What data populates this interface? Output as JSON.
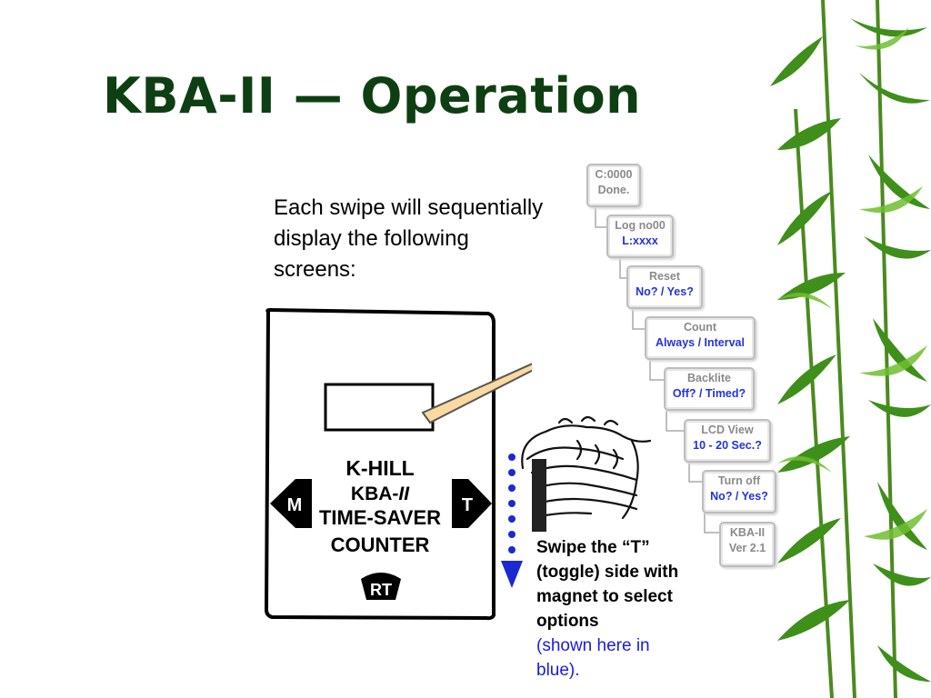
{
  "slide": {
    "title": "KBA-II — Operation",
    "intro": "Each swipe will sequentially display the following screens:",
    "swipe_text": "Swipe the “T” (toggle) side with magnet to select options",
    "swipe_note": "(shown here in blue)."
  },
  "device": {
    "brand": "K-HILL",
    "model": "KBA-",
    "model_suffix": "II",
    "line3": "TIME-SAVER",
    "line4": "COUNTER",
    "left_button": "M",
    "right_button": "T",
    "bottom_button": "RT"
  },
  "screens": [
    {
      "line1": "C:0000",
      "line2": "Done.",
      "line2_color": "gray"
    },
    {
      "line1": "Log no00",
      "line2": "L:xxxx",
      "line2_color": "blue"
    },
    {
      "line1": "Reset",
      "line2": "No? / Yes?",
      "line2_color": "blue"
    },
    {
      "line1": "Count",
      "line2": "Always / Interval",
      "line2_color": "blue"
    },
    {
      "line1": "Backlite",
      "line2": "Off? / Timed?",
      "line2_color": "blue"
    },
    {
      "line1": "LCD View",
      "line2": "10 - 20 Sec.?",
      "line2_color": "blue"
    },
    {
      "line1": "Turn off",
      "line2": "No? / Yes?",
      "line2_color": "blue"
    },
    {
      "line1": "KBA-II",
      "line2": "Ver 2.1",
      "line2_color": "gray"
    }
  ],
  "colors": {
    "title": "#0e3f12",
    "options_blue": "#2233dd",
    "arrow_fill": "#fcd9a0",
    "dots": "#1a2ad0"
  }
}
